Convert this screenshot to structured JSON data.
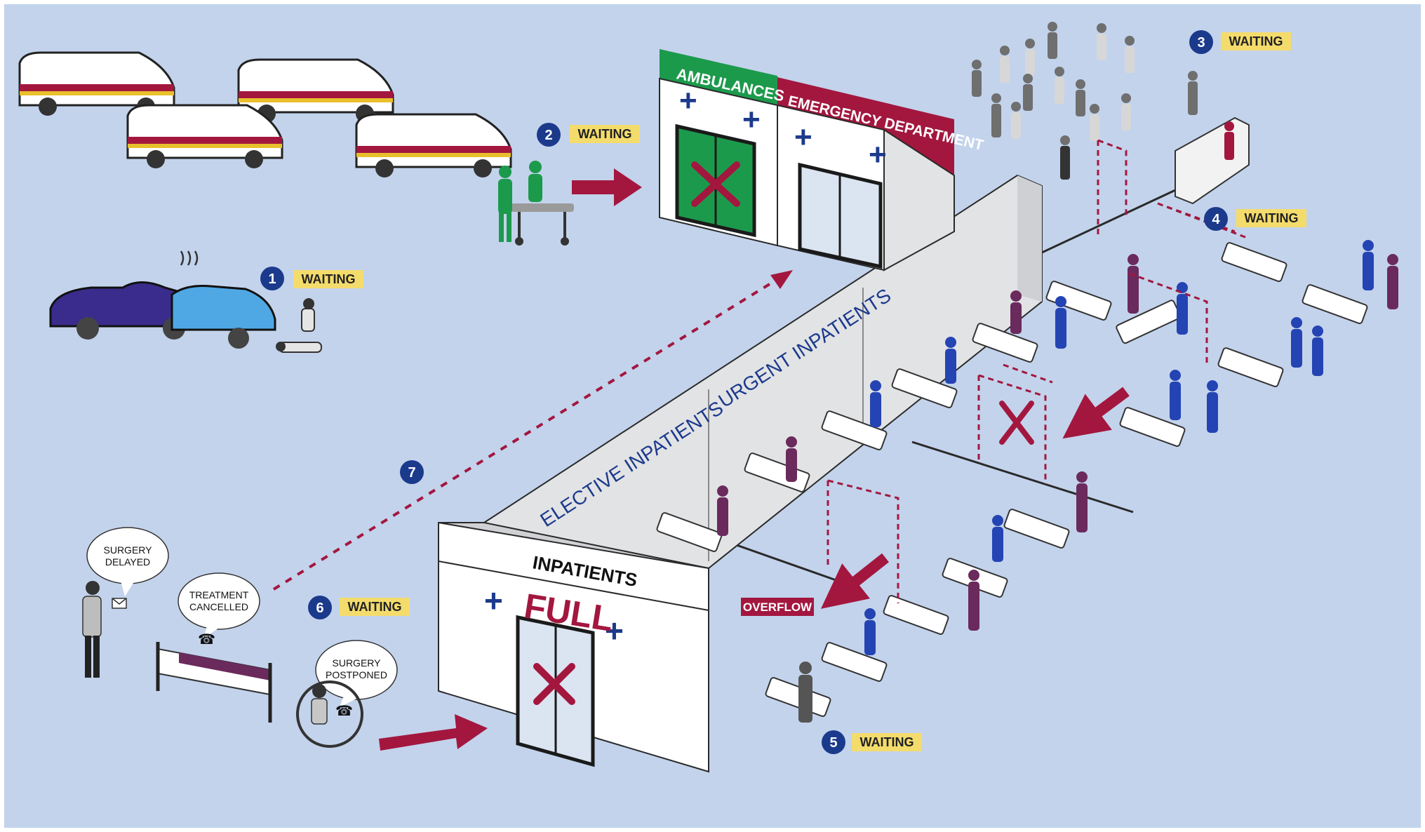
{
  "signs": {
    "ambulances": "AMBULANCES",
    "emergency_department": "EMERGENCY DEPARTMENT",
    "inpatients": "INPATIENTS",
    "full": "FULL",
    "urgent_inpatients": "URGENT INPATIENTS",
    "elective_inpatients": "ELECTIVE INPATIENTS",
    "overflow": "OVERFLOW"
  },
  "steps": [
    {
      "number": "1",
      "label": "WAITING"
    },
    {
      "number": "2",
      "label": "WAITING"
    },
    {
      "number": "3",
      "label": "WAITING"
    },
    {
      "number": "4",
      "label": "WAITING"
    },
    {
      "number": "5",
      "label": "WAITING"
    },
    {
      "number": "6",
      "label": "WAITING"
    },
    {
      "number": "7",
      "label": ""
    }
  ],
  "bubbles": {
    "surgery_delayed": [
      "SURGERY",
      "DELAYED"
    ],
    "treatment_cancelled": [
      "TREATMENT",
      "CANCELLED"
    ],
    "surgery_postponed": [
      "SURGERY",
      "POSTPONED"
    ]
  },
  "colors": {
    "background": "#c3d3ec",
    "navy": "#1c3a8c",
    "crimson": "#a3173f",
    "badge_yellow": "#f4dc6c",
    "green_door": "#1c9a4c",
    "wall": "#e2e3e5",
    "staff_blue": "#2444b4",
    "staff_purple": "#6b2a5c"
  }
}
